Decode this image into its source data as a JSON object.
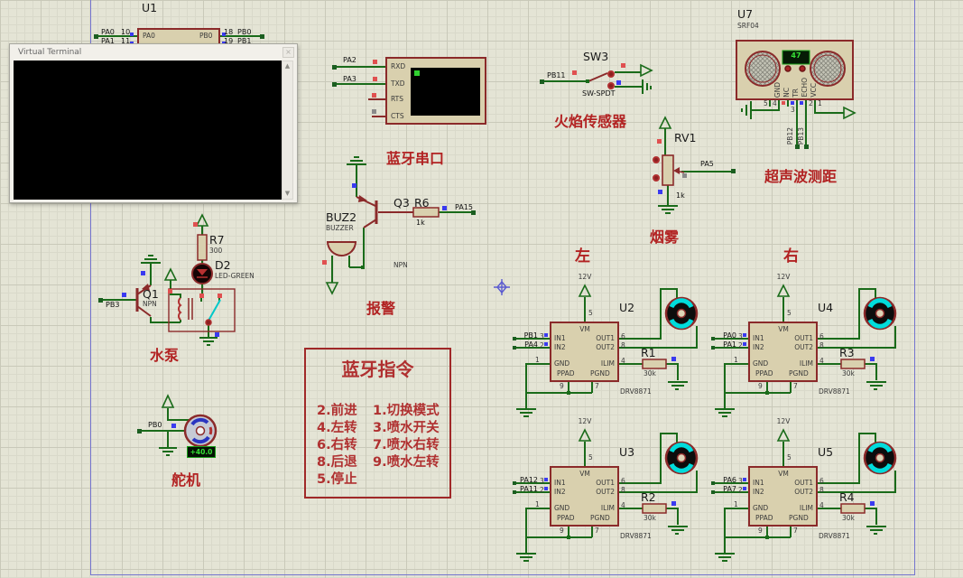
{
  "window": {
    "title": "Virtual Terminal",
    "close_glyph": "×",
    "scroll_up": "▲",
    "scroll_down": "▼"
  },
  "u1": {
    "ref": "U1",
    "inner_left": "PA0",
    "inner_right": "PB0",
    "pins_left": [
      {
        "net": "PA0",
        "num": "10"
      },
      {
        "net": "PA1",
        "num": "11"
      }
    ],
    "pins_right": [
      {
        "num": "18",
        "net": "PB0"
      },
      {
        "num": "19",
        "net": "PB1"
      }
    ]
  },
  "bluetooth": {
    "pins": [
      "RXD",
      "TXD",
      "RTS",
      "CTS"
    ],
    "net_rxd": "PA2",
    "net_txd": "PA3",
    "caption": "蓝牙串口"
  },
  "flame": {
    "ref": "SW3",
    "part": "SW-SPDT",
    "net": "PB11",
    "caption": "火焰传感器"
  },
  "ultrasonic": {
    "ref": "U7",
    "part": "SRF04",
    "display": "47",
    "pins": [
      "GND",
      "NC",
      "TR",
      "ECHO",
      "VCC"
    ],
    "pin_nums": [
      "5",
      "4",
      "3",
      "2",
      "1"
    ],
    "net_tr": "PB12",
    "net_echo": "PB13",
    "caption": "超声波测距"
  },
  "smoke": {
    "ref": "RV1",
    "value": "1k",
    "net": "PA5",
    "caption": "烟雾"
  },
  "alarm": {
    "q_ref": "Q3",
    "q_type": "NPN",
    "r_ref": "R6",
    "r_value": "1k",
    "net": "PA15",
    "buz_ref": "BUZ2",
    "buz_part": "BUZZER",
    "caption": "报警"
  },
  "pump": {
    "q_ref": "Q1",
    "q_type": "NPN",
    "net": "PB3",
    "r_ref": "R7",
    "r_value": "300",
    "d_ref": "D2",
    "d_part": "LED-GREEN",
    "caption": "水泵"
  },
  "servo": {
    "net": "PB0",
    "display": "+40.0",
    "caption": "舵机"
  },
  "commands": {
    "title": "蓝牙指令",
    "left": [
      "2.前进",
      "4.左转",
      "6.右转",
      "8.后退",
      "5.停止"
    ],
    "right": [
      "1.切换模式",
      "3.喷水开关",
      "7.喷水右转",
      "9.喷水左转"
    ]
  },
  "sections": {
    "left": "左",
    "right": "右"
  },
  "dp": {
    "rail": "12V",
    "vm": "VM",
    "in1": "IN1",
    "in2": "IN2",
    "out1": "OUT1",
    "out2": "OUT2",
    "gnd": "GND",
    "ilim": "ILIM",
    "ppad": "PPAD",
    "pgnd": "PGND",
    "p1": "1",
    "p2": "2",
    "p3": "3",
    "p4": "4",
    "p5": "5",
    "p6": "6",
    "p7": "7",
    "p8": "8",
    "p9": "9",
    "part": "DRV8871",
    "r_value": "30k"
  },
  "drivers": [
    {
      "ref": "U2",
      "in1_net": "PB1",
      "in2_net": "PA4",
      "r_ref": "R1"
    },
    {
      "ref": "U4",
      "in1_net": "PA0",
      "in2_net": "PA1",
      "r_ref": "R3"
    },
    {
      "ref": "U3",
      "in1_net": "PA12",
      "in2_net": "PA11",
      "r_ref": "R2"
    },
    {
      "ref": "U5",
      "in1_net": "PA6",
      "in2_net": "PA7",
      "r_ref": "R4"
    }
  ],
  "colors": {
    "wire": "#1a6b1a",
    "component": "#8b2a2a",
    "caption": "#b22222",
    "endpoint": "#1b5e20",
    "state_high": "#e05050",
    "state_low": "#3a3af0",
    "sheet_border": "#7474cf",
    "motor_arc": "#00dcdc",
    "display_green": "#35e035"
  }
}
